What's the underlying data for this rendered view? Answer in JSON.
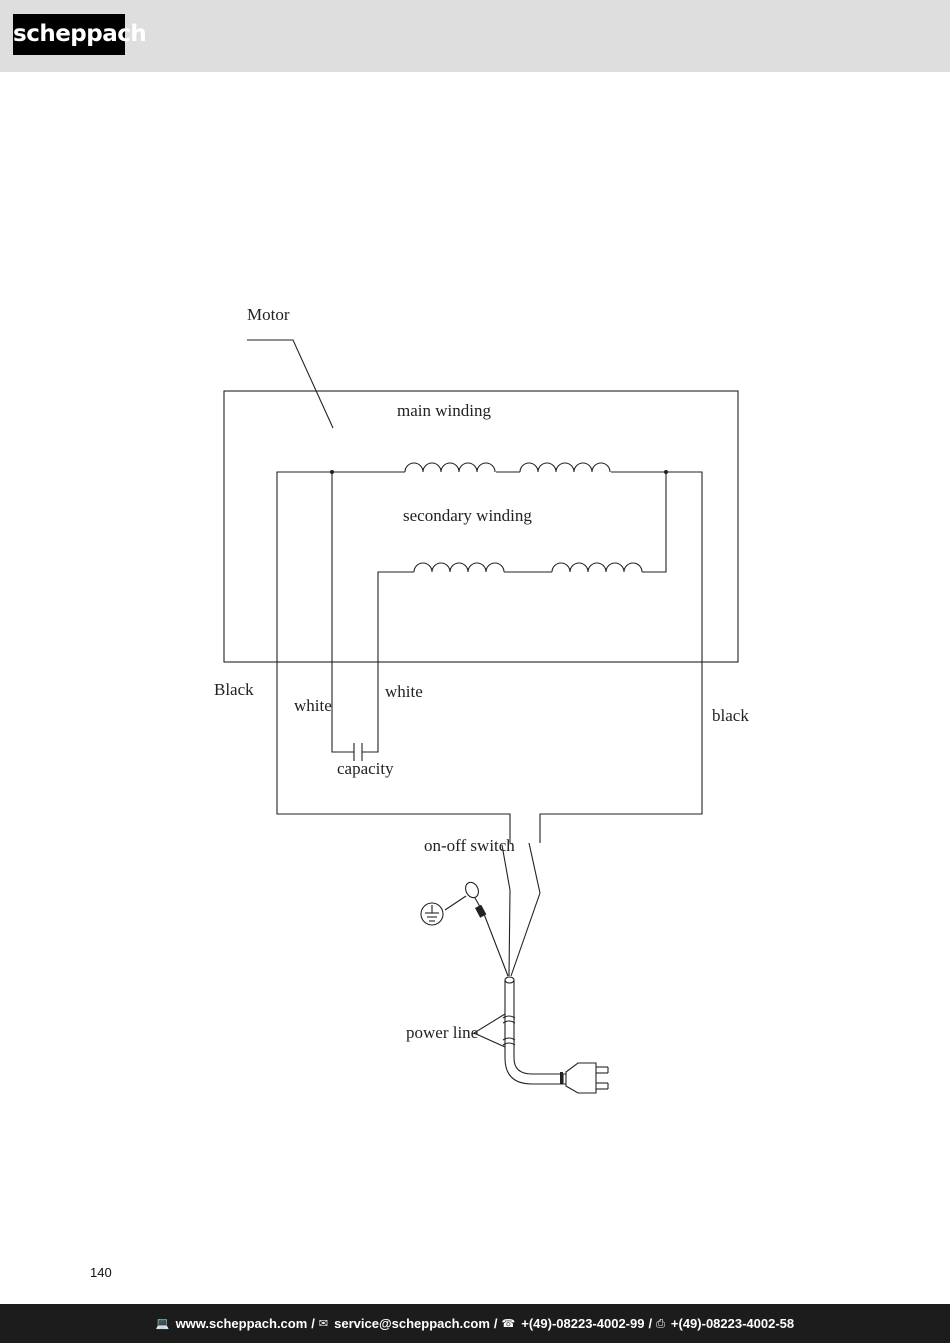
{
  "header": {
    "logo_text": "scheppach"
  },
  "diagram": {
    "labels": {
      "motor": "Motor",
      "main_winding": "main winding",
      "secondary_winding": "secondary winding",
      "black_left": "Black",
      "white_left": "white",
      "white_right": "white",
      "black_right": "black",
      "capacity": "capacity",
      "switch": "on-off switch",
      "power_line": "power line"
    }
  },
  "page_number": "140",
  "footer": {
    "web_icon": "laptop-icon",
    "web": "www.scheppach.com",
    "sep1": "/",
    "mail_icon": "mail-icon",
    "email": "service@scheppach.com",
    "sep2": "/",
    "phone_icon": "phone-icon",
    "phone": "+(49)-08223-4002-99",
    "sep3": "/",
    "fax_icon": "fax-icon",
    "fax": "+(49)-08223-4002-58"
  }
}
